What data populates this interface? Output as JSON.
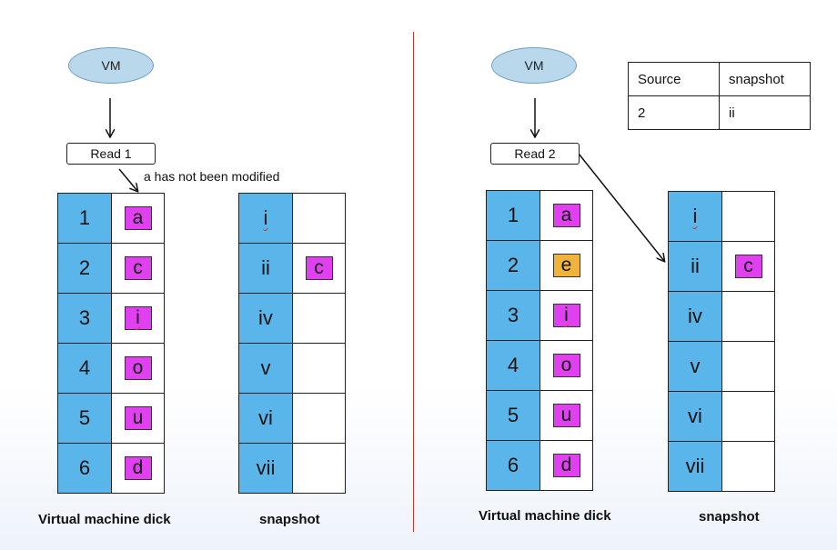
{
  "left": {
    "vm_label": "VM",
    "read_label": "Read 1",
    "note": "a has not been modified",
    "disk_caption": "Virtual machine dick",
    "snapshot_caption": "snapshot",
    "disk_rows": [
      {
        "index": "1",
        "value": "a",
        "style": "magenta",
        "wavy": false
      },
      {
        "index": "2",
        "value": "c",
        "style": "magenta",
        "wavy": false
      },
      {
        "index": "3",
        "value": "i",
        "style": "magenta",
        "wavy": true
      },
      {
        "index": "4",
        "value": "o",
        "style": "magenta",
        "wavy": false
      },
      {
        "index": "5",
        "value": "u",
        "style": "magenta",
        "wavy": false
      },
      {
        "index": "6",
        "value": "d",
        "style": "magenta",
        "wavy": false
      }
    ],
    "snapshot_rows": [
      {
        "index": "i",
        "value": "",
        "wavy_index": true
      },
      {
        "index": "ii",
        "value": "c",
        "wavy_index": false
      },
      {
        "index": "iv",
        "value": "",
        "wavy_index": false
      },
      {
        "index": "v",
        "value": "",
        "wavy_index": false
      },
      {
        "index": "vi",
        "value": "",
        "wavy_index": false
      },
      {
        "index": "vii",
        "value": "",
        "wavy_index": false
      }
    ]
  },
  "right": {
    "vm_label": "VM",
    "read_label": "Read 2",
    "disk_caption": "Virtual machine dick",
    "snapshot_caption": "snapshot",
    "source_table": {
      "headers": [
        "Source",
        "snapshot"
      ],
      "row": [
        "2",
        "ii"
      ]
    },
    "disk_rows": [
      {
        "index": "1",
        "value": "a",
        "style": "magenta",
        "wavy": false
      },
      {
        "index": "2",
        "value": "e",
        "style": "orange",
        "wavy": false
      },
      {
        "index": "3",
        "value": "i",
        "style": "magenta",
        "wavy": true
      },
      {
        "index": "4",
        "value": "o",
        "style": "magenta",
        "wavy": false
      },
      {
        "index": "5",
        "value": "u",
        "style": "magenta",
        "wavy": false
      },
      {
        "index": "6",
        "value": "d",
        "style": "magenta",
        "wavy": false
      }
    ],
    "snapshot_rows": [
      {
        "index": "i",
        "value": "",
        "wavy_index": true
      },
      {
        "index": "ii",
        "value": "c",
        "wavy_index": false
      },
      {
        "index": "iv",
        "value": "",
        "wavy_index": false
      },
      {
        "index": "v",
        "value": "",
        "wavy_index": false
      },
      {
        "index": "vi",
        "value": "",
        "wavy_index": false
      },
      {
        "index": "vii",
        "value": "",
        "wavy_index": false
      }
    ]
  },
  "colors": {
    "index_cell": "#5ab6ea",
    "chip_magenta": "#e040f0",
    "chip_orange": "#f0b43a",
    "vm_fill": "#b9d8ec",
    "divider": "#c0392b"
  }
}
